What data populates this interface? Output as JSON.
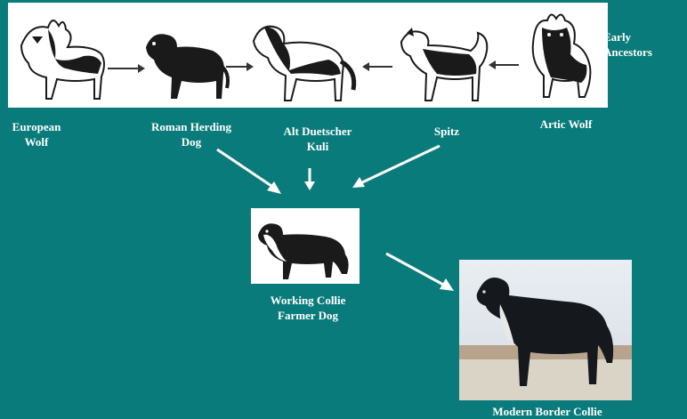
{
  "side_label": {
    "line1": "Early",
    "line2": "Ancestors"
  },
  "ancestors": [
    {
      "id": "european-wolf",
      "line1": "European",
      "line2": "Wolf"
    },
    {
      "id": "roman-herding-dog",
      "line1": "Roman Herding",
      "line2": "Dog"
    },
    {
      "id": "alt-duetscher-kuli",
      "line1": "Alt Duetscher",
      "line2": "Kuli"
    },
    {
      "id": "spitz",
      "line1": "Spitz",
      "line2": ""
    },
    {
      "id": "artic-wolf",
      "line1": "Artic Wolf",
      "line2": ""
    }
  ],
  "working_collie": {
    "line1": "Working Collie",
    "line2": "Farmer Dog"
  },
  "modern": {
    "label": "Modern Border Collie"
  },
  "colors": {
    "background": "#0a7b7b",
    "text": "#ffffff",
    "arrow": "#ffffff",
    "panel": "#ffffff",
    "sketch": "#1a1a1a"
  },
  "icons": [
    "wolf-sketch-icon",
    "herding-dog-sketch-icon",
    "kuli-sketch-icon",
    "spitz-sketch-icon",
    "arctic-wolf-sketch-icon",
    "collie-sketch-icon",
    "border-collie-photo"
  ]
}
